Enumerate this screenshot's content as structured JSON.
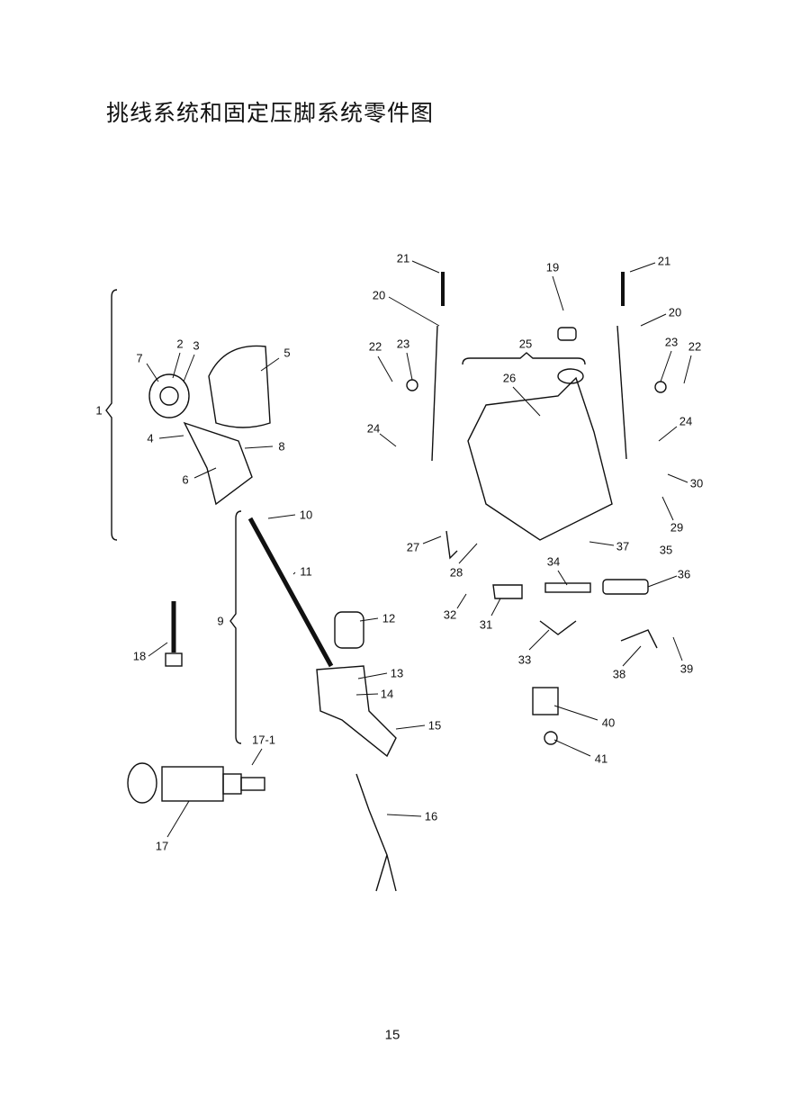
{
  "title": "挑线系统和固定压脚系统零件图",
  "page_number": "15",
  "callouts": [
    "21",
    "19",
    "21",
    "20",
    "20",
    "25",
    "22",
    "23",
    "23",
    "22",
    "26",
    "24",
    "24",
    "30",
    "29",
    "27",
    "28",
    "37",
    "35",
    "36",
    "34",
    "32",
    "31",
    "33",
    "38",
    "39",
    "40",
    "41",
    "7",
    "2",
    "3",
    "5",
    "1",
    "4",
    "8",
    "6",
    "10",
    "11",
    "12",
    "9",
    "18",
    "13",
    "14",
    "15",
    "17-1",
    "16",
    "17"
  ]
}
